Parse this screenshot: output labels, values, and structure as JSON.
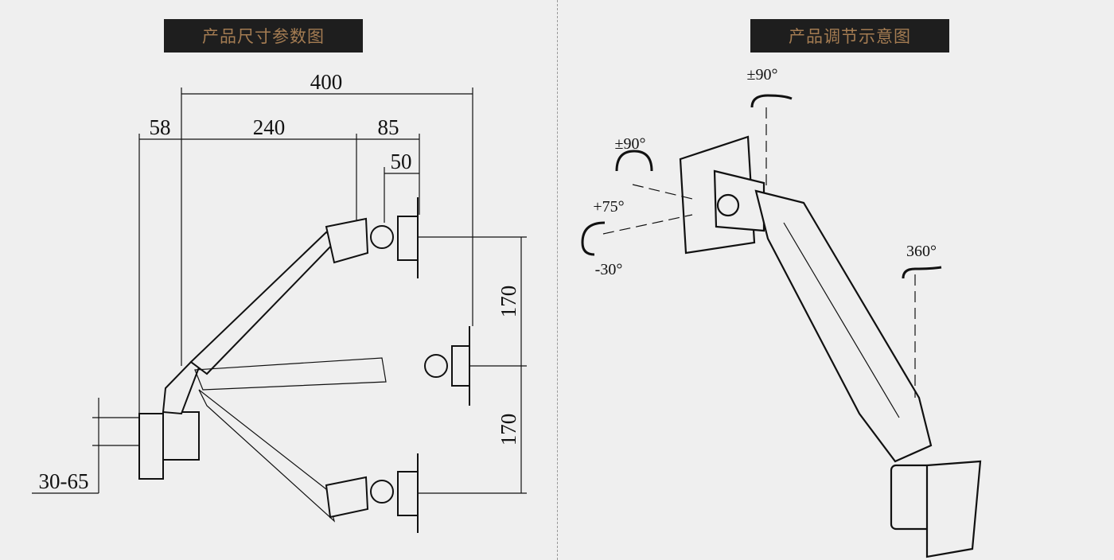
{
  "left_panel": {
    "title": "产品尺寸参数图",
    "dimensions": {
      "total_reach": "400",
      "clamp_offset": "58",
      "lower_arm": "240",
      "upper_segment": "85",
      "head": "50",
      "height_upper": "170",
      "height_lower": "170",
      "desk_thickness": "30-65"
    }
  },
  "right_panel": {
    "title": "产品调节示意图",
    "angles": {
      "swivel_top": "±90°",
      "rotate_vesa": "±90°",
      "tilt_up": "+75°",
      "tilt_down": "-30°",
      "base_rotation": "360°"
    }
  },
  "colors": {
    "title_bg": "#1e1e1e",
    "title_text": "#a47c52",
    "background": "#efefef"
  }
}
